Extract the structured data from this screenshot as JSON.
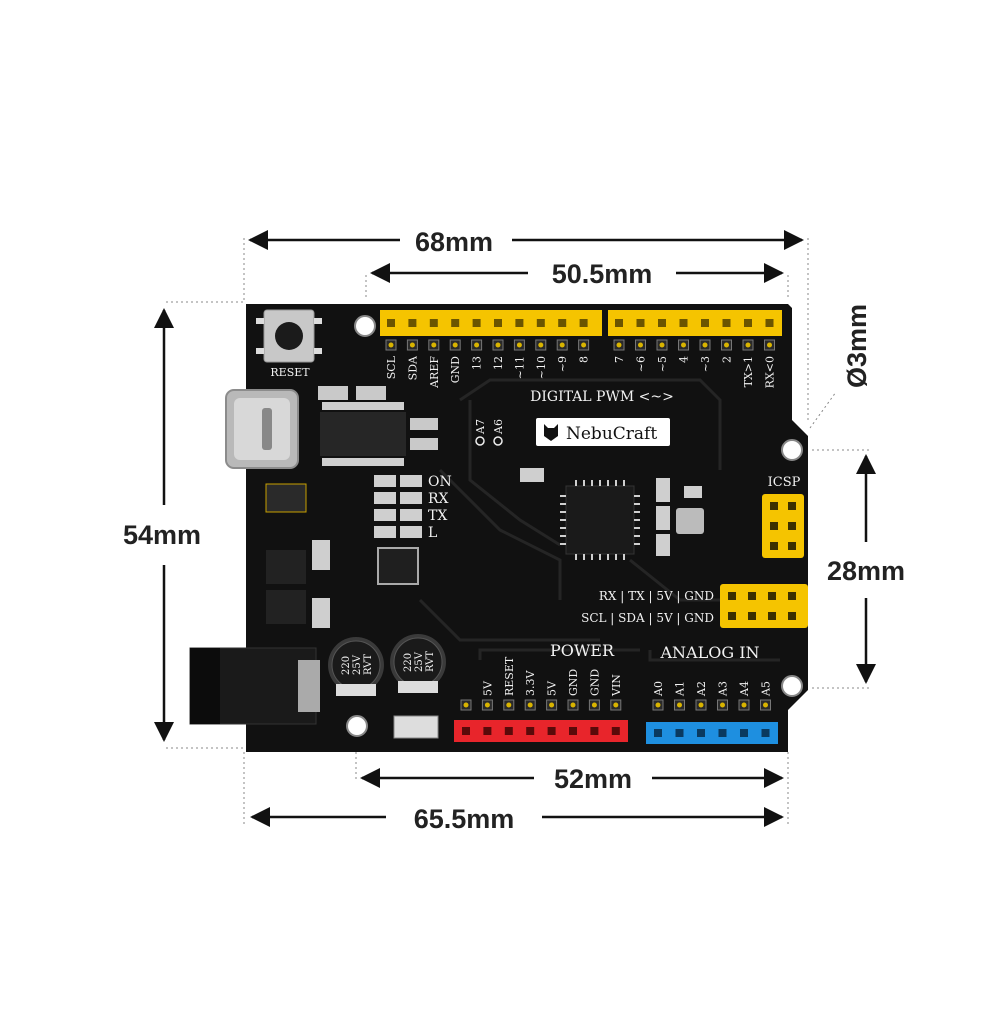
{
  "dimensions": {
    "width_total": "68mm",
    "header_span": "50.5mm",
    "height_total": "54mm",
    "hole_diameter": "Ø3mm",
    "icsp_span": "28mm",
    "bottom_header_span": "52mm",
    "width_bottom": "65.5mm"
  },
  "board": {
    "color": "#111111",
    "reset_label": "RESET",
    "brand": "NebuCraft",
    "digital_label": "DIGITAL PWM <~>",
    "analog_small": [
      "A7",
      "A6"
    ],
    "top_pins_left": [
      "SCL",
      "SDA",
      "AREF",
      "GND",
      "13",
      "12",
      "~11",
      "~10",
      "~9",
      "8"
    ],
    "top_pins_right": [
      "7",
      "~6",
      "~5",
      "4",
      "~3",
      "2",
      "TX>1",
      "RX<0"
    ],
    "leds": [
      "ON",
      "RX",
      "TX",
      "L"
    ],
    "icsp_label": "ICSP",
    "uart_label": "RX | TX | 5V | GND",
    "i2c_label": "SCL | SDA | 5V | GND",
    "power_label": "POWER",
    "analog_label": "ANALOG IN",
    "power_pins": [
      "",
      "5V",
      "RESET",
      "3.3V",
      "5V",
      "GND",
      "GND",
      "VIN"
    ],
    "analog_pins": [
      "A0",
      "A1",
      "A2",
      "A3",
      "A4",
      "A5"
    ],
    "cap_text": [
      "220",
      "25V",
      "RVT"
    ],
    "header_colors": {
      "digital": "#f5c400",
      "power": "#e8252b",
      "analog": "#1e8fe0",
      "icsp": "#f5c400"
    }
  }
}
